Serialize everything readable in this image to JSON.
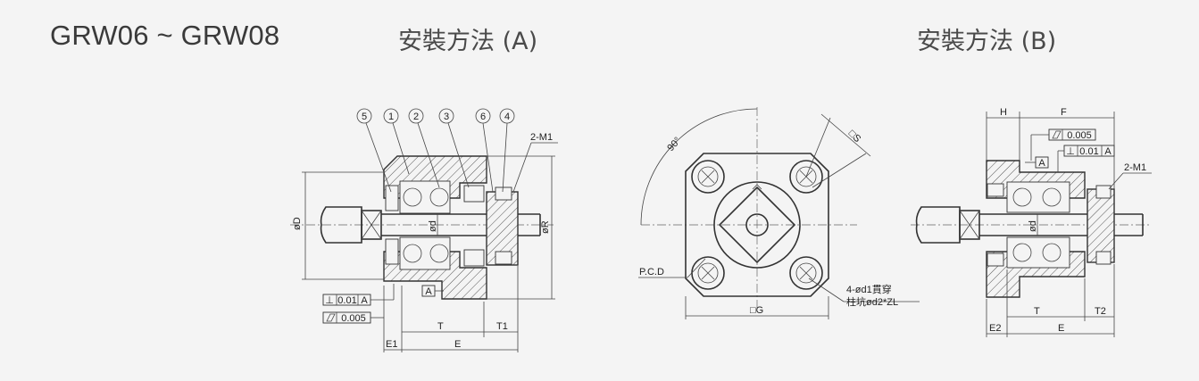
{
  "title": "GRW06 ~ GRW08",
  "method_a": "安裝方法 (A)",
  "method_b": "安裝方法 (B)",
  "view_a": {
    "balloons": [
      "5",
      "1",
      "2",
      "3",
      "6",
      "4"
    ],
    "thread": "2-M1",
    "dia_D": "øD",
    "dia_d": "ød",
    "dia_R": "øR",
    "perp_symbol": "⊥",
    "perp_value": "0.01",
    "datum": "A",
    "flat_value": "0.005",
    "dim_T": "T",
    "dim_T1": "T1",
    "dim_E1": "E1",
    "dim_E": "E"
  },
  "front": {
    "angle": "90°",
    "square_S": "□S",
    "pcd": "P.C.D",
    "square_G": "□G",
    "holes_line1": "4-ød1貫穿",
    "holes_line2": "柱坑ød2*ZL"
  },
  "view_b": {
    "dim_H": "H",
    "dim_F": "F",
    "flat_value": "0.005",
    "perp_symbol": "⊥",
    "perp_value": "0.01",
    "datum": "A",
    "thread": "2-M1",
    "dia_d": "ød",
    "dim_T": "T",
    "dim_T2": "T2",
    "dim_E2": "E2",
    "dim_E": "E"
  }
}
